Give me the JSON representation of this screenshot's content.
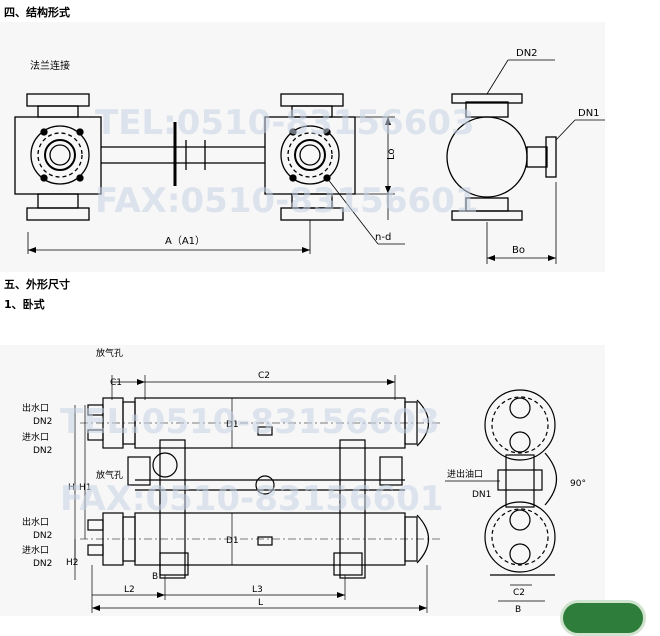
{
  "headings": {
    "structure": "四、结构形式",
    "dimensions": "五、外形尺寸",
    "horizontal": "1、卧式"
  },
  "watermark": {
    "tel": "TEL:0510-83156603",
    "fax": "FAX:0510-83156601"
  },
  "diagram1": {
    "flange_connection": "法兰连接",
    "dn2": "DN2",
    "dn1": "DN1",
    "lo": "Lo",
    "nd": "n-d",
    "a_a1": "A（A1）",
    "bo": "Bo"
  },
  "diagram2": {
    "vent_hole_top": "放气孔",
    "vent_hole_mid": "放气孔",
    "c1": "C1",
    "c2": "C2",
    "d1_top": "D1",
    "d1_bottom": "D1",
    "water_out_top": "出水口",
    "dn2_a": "DN2",
    "water_in_top": "进水口",
    "dn2_b": "DN2",
    "water_out_bottom": "出水口",
    "dn2_c": "DN2",
    "water_in_bottom": "进水口",
    "dn2_d": "DN2",
    "h": "H",
    "h1": "H1",
    "h2": "H2",
    "b_small": "B",
    "l2": "L2",
    "l3": "L3",
    "l": "L",
    "oil_inlet": "进出油口",
    "dn1": "DN1",
    "angle": "90°",
    "c2_side": "C2",
    "b_side": "B"
  },
  "colors": {
    "line": "#000000",
    "watermark": "#c6d3e6",
    "panel": "#f7f7f7"
  }
}
